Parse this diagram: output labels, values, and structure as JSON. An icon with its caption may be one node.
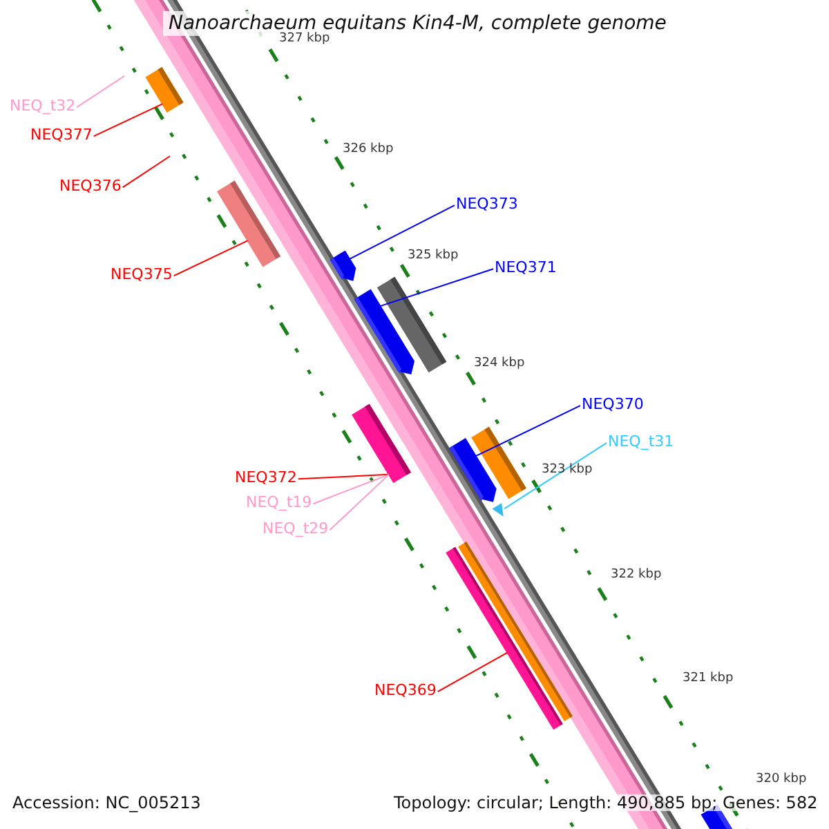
{
  "diagram": {
    "title": "Nanoarchaeum equitans Kin4-M, complete genome",
    "nodes": [
      {
        "text": [
          "NEQ_t32"
        ]
      },
      {
        "text": [
          "NEQ377"
        ]
      },
      {
        "text": [],
        "shape": "bar"
      },
      {
        "text": [
          "NEQ376"
        ]
      },
      {
        "text": [
          "NEQ373"
        ]
      },
      {
        "text": [],
        "shape": "pentagon"
      },
      {
        "text": [
          "NEQ375"
        ]
      },
      {
        "text": [],
        "shape": "bar"
      },
      {
        "text": [
          "NEQ371"
        ]
      },
      {
        "text": [],
        "shape": "pentagon"
      },
      {
        "text": [
          "NEQ370"
        ]
      },
      {
        "text": [],
        "shape": "pentagon"
      },
      {
        "text": [
          "NEQ_t31"
        ]
      },
      {
        "text": [],
        "shape": "triangle"
      },
      {
        "text": [
          "NEQ372"
        ]
      },
      {
        "text": [],
        "shape": "bar"
      },
      {
        "text": [
          "NEQ_t19"
        ]
      },
      {
        "text": [
          "NEQ_t29"
        ]
      },
      {
        "text": [
          "NEQ369"
        ]
      },
      {
        "text": [],
        "shape": "bar"
      }
    ],
    "edges": [
      {
        "from": 0,
        "to": null,
        "arrow": "none",
        "color": "#ff99cc"
      },
      {
        "from": 1,
        "to": 2,
        "arrow": "none"
      },
      {
        "from": 3,
        "to": null,
        "arrow": "none"
      },
      {
        "from": 4,
        "to": 5,
        "arrow": "none",
        "color": "#0000ff"
      },
      {
        "from": 6,
        "to": 7,
        "arrow": "none"
      },
      {
        "from": 8,
        "to": 9,
        "arrow": "none",
        "color": "#0000ff"
      },
      {
        "from": 10,
        "to": 11,
        "arrow": "none",
        "color": "#0000ff"
      },
      {
        "from": 12,
        "to": 13,
        "arrow": "none",
        "color": "#33ccff"
      },
      {
        "from": 14,
        "to": 15,
        "arrow": "none"
      },
      {
        "from": 16,
        "to": 15,
        "arrow": "none",
        "color": "#ff99cc"
      },
      {
        "from": 17,
        "to": 15,
        "arrow": "none",
        "color": "#ff99cc"
      },
      {
        "from": 18,
        "to": 19,
        "arrow": "none"
      }
    ],
    "labels": [
      "327 kbp",
      "326 kbp",
      "325 kbp",
      "324 kbp",
      "323 kbp",
      "322 kbp",
      "321 kbp",
      "320 kbp",
      "Accession: NC_005213",
      "Topology: circular; Length: 490,885 bp; Genes: 582"
    ]
  }
}
